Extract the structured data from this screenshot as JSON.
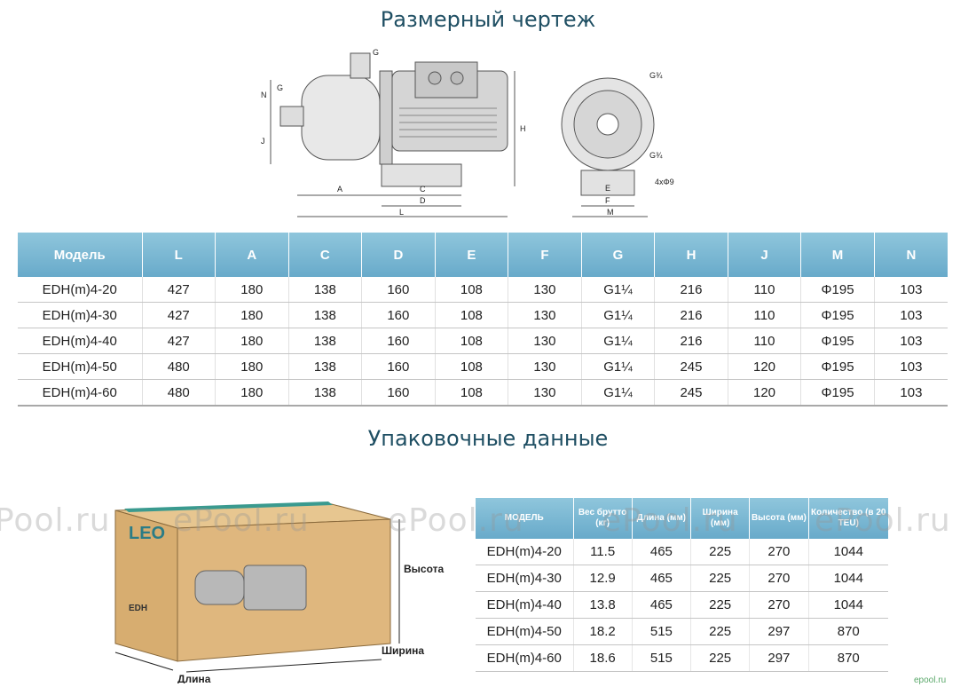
{
  "dimensions_title": "Размерный чертеж",
  "packaging_title": "Упаковочные данные",
  "drawing_labels": {
    "g_top": "G",
    "g_left": "G",
    "n": "N",
    "j": "J",
    "h": "H",
    "a": "A",
    "c": "C",
    "d": "D",
    "l": "L",
    "g34_top": "G¾",
    "g34_bottom": "G¾",
    "e": "E",
    "f": "F",
    "m": "M",
    "holes": "4xΦ9"
  },
  "dim_table": {
    "headers": [
      "Модель",
      "L",
      "A",
      "C",
      "D",
      "E",
      "F",
      "G",
      "H",
      "J",
      "M",
      "N"
    ],
    "rows": [
      [
        "EDH(m)4-20",
        "427",
        "180",
        "138",
        "160",
        "108",
        "130",
        "G1¼",
        "216",
        "110",
        "Φ195",
        "103"
      ],
      [
        "EDH(m)4-30",
        "427",
        "180",
        "138",
        "160",
        "108",
        "130",
        "G1¼",
        "216",
        "110",
        "Φ195",
        "103"
      ],
      [
        "EDH(m)4-40",
        "427",
        "180",
        "138",
        "160",
        "108",
        "130",
        "G1¼",
        "216",
        "110",
        "Φ195",
        "103"
      ],
      [
        "EDH(m)4-50",
        "480",
        "180",
        "138",
        "160",
        "108",
        "130",
        "G1¼",
        "245",
        "120",
        "Φ195",
        "103"
      ],
      [
        "EDH(m)4-60",
        "480",
        "180",
        "138",
        "160",
        "108",
        "130",
        "G1¼",
        "245",
        "120",
        "Φ195",
        "103"
      ]
    ]
  },
  "pack_table": {
    "headers": [
      "МОДЕЛЬ",
      "Вес брутто (кг)",
      "Длина (мм)",
      "Ширина (мм)",
      "Высота (мм)",
      "Количество (в 20 TEU)"
    ],
    "rows": [
      [
        "EDH(m)4-20",
        "11.5",
        "465",
        "225",
        "270",
        "1044"
      ],
      [
        "EDH(m)4-30",
        "12.9",
        "465",
        "225",
        "270",
        "1044"
      ],
      [
        "EDH(m)4-40",
        "13.8",
        "465",
        "225",
        "270",
        "1044"
      ],
      [
        "EDH(m)4-50",
        "18.2",
        "515",
        "225",
        "297",
        "870"
      ],
      [
        "EDH(m)4-60",
        "18.6",
        "515",
        "225",
        "297",
        "870"
      ]
    ]
  },
  "box": {
    "brand": "LEO",
    "model": "EDH",
    "height_label": "Высота",
    "width_label": "Ширина",
    "length_label": "Длина"
  },
  "watermarks": [
    "Pool.ru",
    "ePool.ru",
    "ePool.ru",
    "ePool.ru",
    "ePool.ru"
  ],
  "corner_logo": "epool.ru",
  "colors": {
    "header_bg": "#7bb9d4",
    "title": "#1f4f63",
    "box": "#d9b27a"
  }
}
